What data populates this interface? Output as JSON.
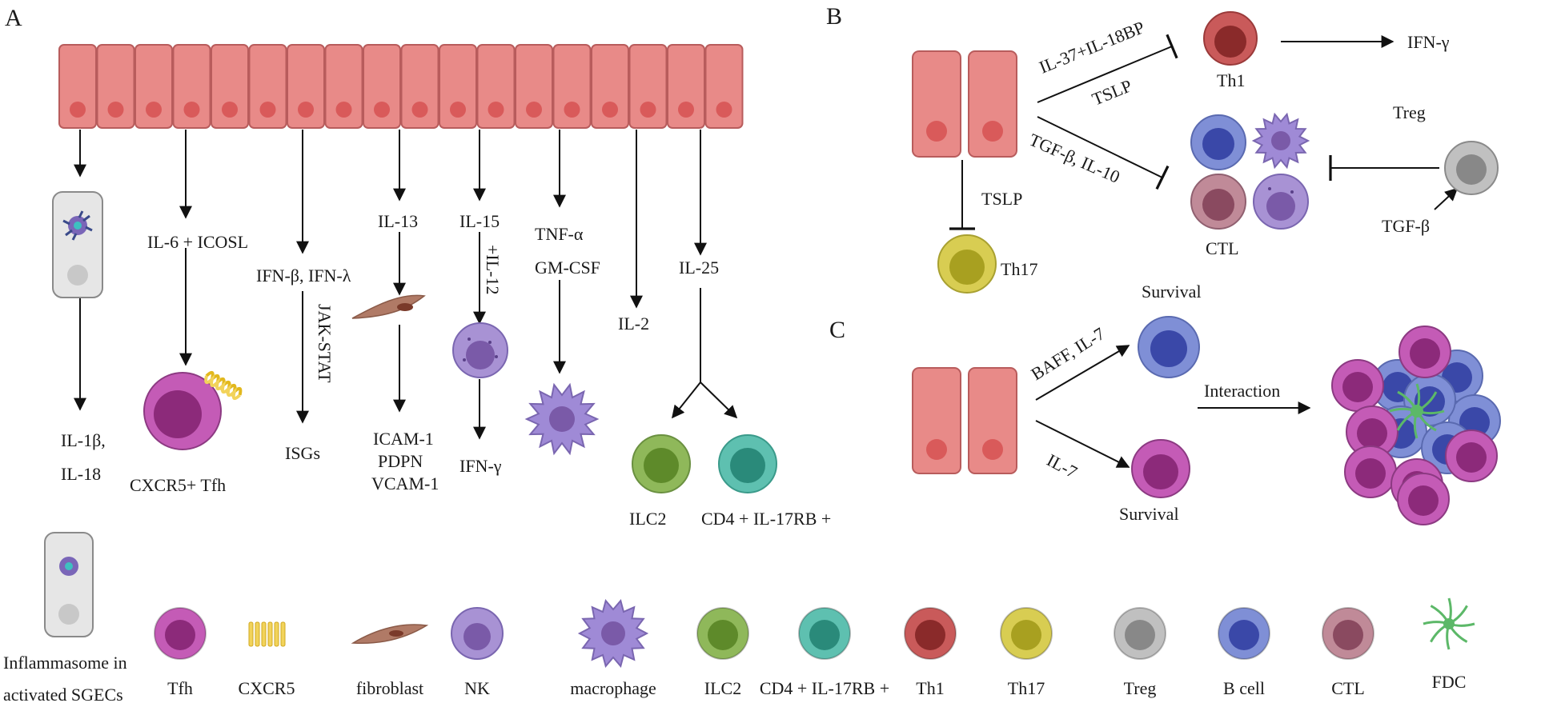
{
  "panels": {
    "a": "A",
    "b": "B",
    "c": "C"
  },
  "colors": {
    "epithelium": "#e88a88",
    "epithelium_stroke": "#b85c5c",
    "nucleus": "#d95a5a",
    "tfh": "#c45bb6",
    "tfh_core": "#8c2a7a",
    "cxcr5": "#f2d35a",
    "fibroblast": "#b07a66",
    "nk": "#a892d4",
    "macrophage": "#9f8ad6",
    "ilc2": "#8fb85a",
    "cd4": "#5ec0b0",
    "th1": "#c95a5a",
    "th17": "#d8cd52",
    "treg": "#c0c0c0",
    "bcell": "#7f8fd6",
    "ctl": "#c08a98",
    "fdc": "#5cb868"
  },
  "panel_a": {
    "labels": {
      "il1b": "IL-1β,",
      "il18": "IL-18",
      "il6_icosl": "IL-6 + ICOSL",
      "cxcr5_tfh": "CXCR5+ Tfh",
      "ifn_b_l": "IFN-β, IFN-λ",
      "jak_stat": "JAK-STAT",
      "isgs": "ISGs",
      "il13": "IL-13",
      "icam1": "ICAM-1",
      "pdpn": "PDPN",
      "vcam1": "VCAM-1",
      "il15": "IL-15",
      "il12": "+IL-12",
      "ifng": "IFN-γ",
      "tnfa": "TNF-α",
      "gmcsf": "GM-CSF",
      "il2": "IL-2",
      "il25": "IL-25",
      "ilc2": "ILC2",
      "cd4": "CD4 + IL-17RB +"
    }
  },
  "panel_b": {
    "labels": {
      "il37": "IL-37+IL-18BP",
      "tslp_top": "TSLP",
      "th1": "Th1",
      "ifng": "IFN-γ",
      "treg": "Treg",
      "tgfb_il10": "TGF-β, IL-10",
      "ctl": "CTL",
      "tgfb": "TGF-β",
      "tslp_bottom": "TSLP",
      "th17": "Th17"
    }
  },
  "panel_c": {
    "labels": {
      "survival_top": "Survival",
      "baff_il7": "BAFF, IL-7",
      "il7": "IL-7",
      "survival_bottom": "Survival",
      "interaction": "Interaction"
    }
  },
  "legend": [
    {
      "key": "inflammasome",
      "line1": "Inflammasome in",
      "line2": "activated SGECs"
    },
    {
      "key": "tfh",
      "line1": "Tfh"
    },
    {
      "key": "cxcr5",
      "line1": "CXCR5"
    },
    {
      "key": "fibroblast",
      "line1": "fibroblast"
    },
    {
      "key": "nk",
      "line1": "NK"
    },
    {
      "key": "macrophage",
      "line1": "macrophage"
    },
    {
      "key": "ilc2",
      "line1": "ILC2"
    },
    {
      "key": "cd4",
      "line1": "CD4 + IL-17RB +"
    },
    {
      "key": "th1",
      "line1": "Th1"
    },
    {
      "key": "th17",
      "line1": "Th17"
    },
    {
      "key": "treg",
      "line1": "Treg"
    },
    {
      "key": "bcell",
      "line1": "B cell"
    },
    {
      "key": "ctl",
      "line1": "CTL"
    },
    {
      "key": "fdc",
      "line1": "FDC"
    }
  ]
}
